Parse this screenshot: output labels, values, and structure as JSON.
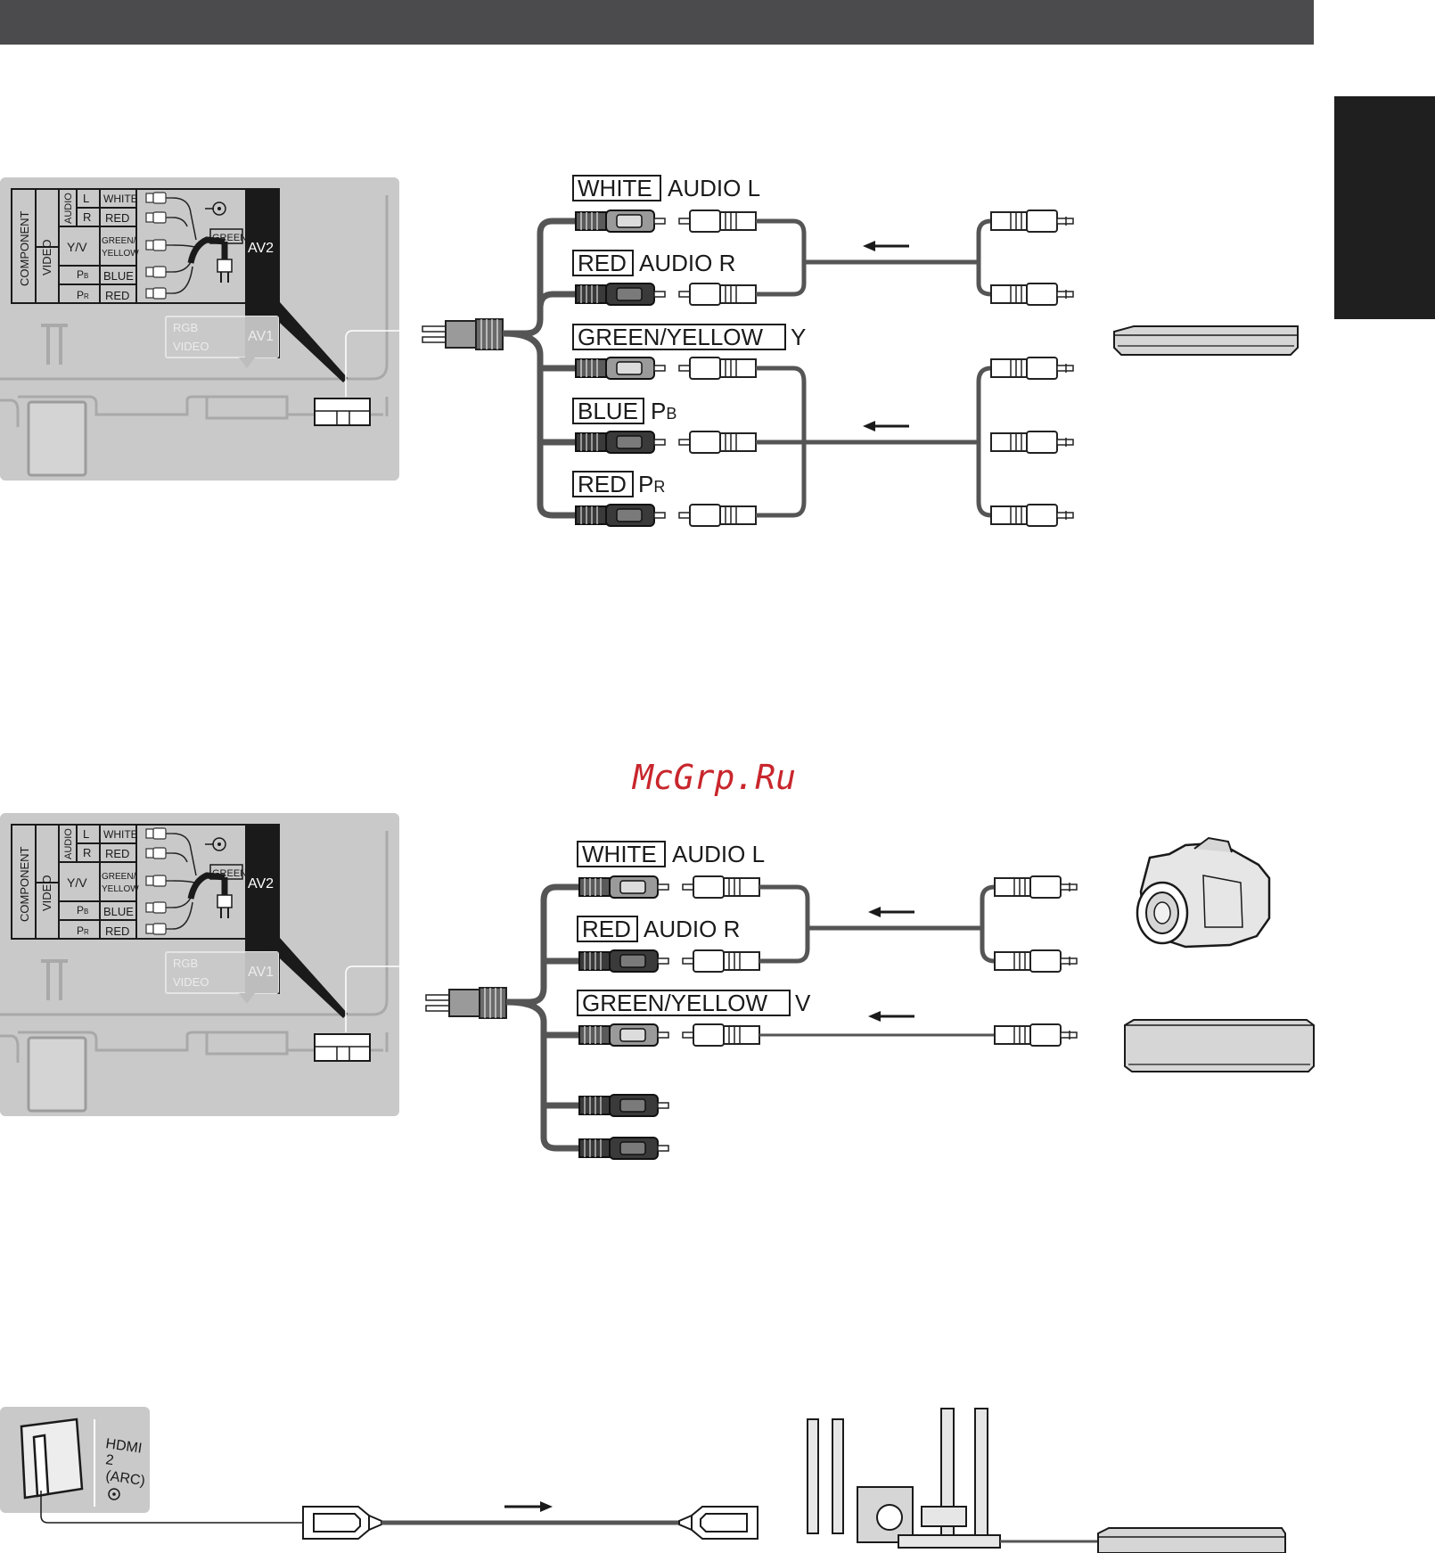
{
  "header": {
    "bar_color": "#4b4a4c"
  },
  "watermark": {
    "text": "McGrp.Ru",
    "color": "#c8262c"
  },
  "panel": {
    "component": "COMPONENT",
    "video": "VIDEO",
    "audio": "AUDIO",
    "rows": [
      {
        "code": "L",
        "color": "WHITE"
      },
      {
        "code": "R",
        "color": "RED"
      },
      {
        "code": "Y/V",
        "color": "GREEN/\nYELLOW",
        "color_l1": "GREEN/",
        "color_l2": "YELLOW"
      },
      {
        "code": "PB",
        "code_main": "P",
        "code_sub": "B",
        "color": "BLUE"
      },
      {
        "code": "PR",
        "code_main": "P",
        "code_sub": "R",
        "color": "RED"
      }
    ],
    "green_label": "GREEN",
    "av2": "AV2",
    "av1": "AV1",
    "rgb": "RGB",
    "video_label": "VIDEO"
  },
  "diagram1": {
    "labels": [
      {
        "box": "WHITE",
        "text": "AUDIO L"
      },
      {
        "box": "RED",
        "text": "AUDIO R"
      },
      {
        "box": "GREEN/YELLOW",
        "text": "Y"
      },
      {
        "box": "BLUE",
        "text": "P",
        "sub": "B"
      },
      {
        "box": "RED",
        "text": "P",
        "sub": "R"
      }
    ]
  },
  "diagram2": {
    "labels": [
      {
        "box": "WHITE",
        "text": "AUDIO L"
      },
      {
        "box": "RED",
        "text": "AUDIO R"
      },
      {
        "box": "GREEN/YELLOW",
        "text": "V"
      }
    ]
  },
  "diagram3": {
    "hdmi_l1": "HDMI",
    "hdmi_l2": "2",
    "hdmi_l3": "(ARC)"
  }
}
